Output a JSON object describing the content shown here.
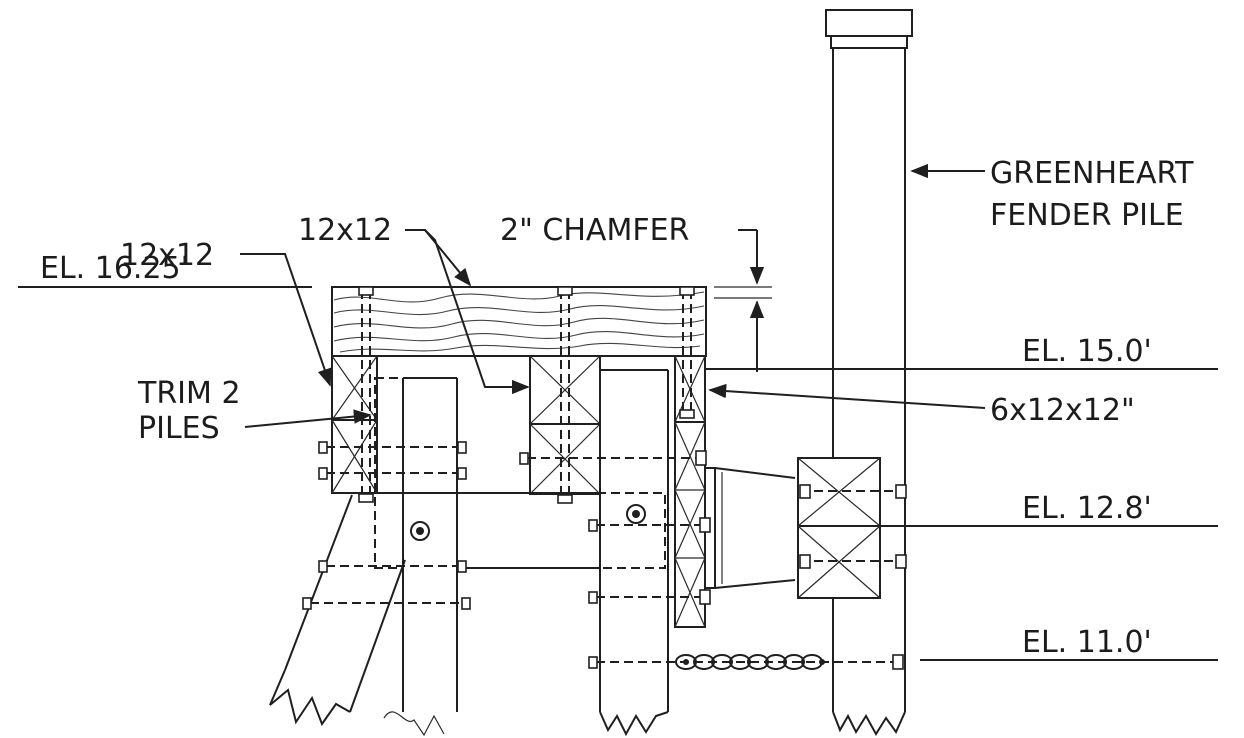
{
  "labels": {
    "greenheart_line1": "GREENHEART",
    "greenheart_line2": "FENDER PILE",
    "timber_top": "12x12",
    "chamfer": "2\"  CHAMFER",
    "el_top": "EL.  16.25'",
    "timber_left": "12x12",
    "trim_line1": "TRIM  2",
    "trim_line2": "PILES",
    "el_15": "EL.  15.0'",
    "block": "6x12x12\"",
    "el_12_8": "EL.  12.8'",
    "el_11": "EL.  11.0'"
  },
  "colors": {
    "line": "#1f1f1f",
    "text": "#1c1c1c",
    "background": "#ffffff"
  }
}
